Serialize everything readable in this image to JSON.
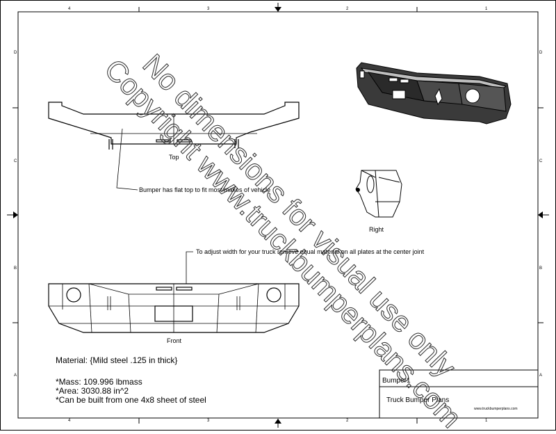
{
  "zones": {
    "columns": [
      "4",
      "3",
      "2",
      "1"
    ],
    "rows": [
      "D",
      "C",
      "B",
      "A"
    ]
  },
  "views": {
    "top_label": "Top",
    "right_label": "Right",
    "front_label": "Front"
  },
  "annotations": {
    "flat_top": "Bumper has flat top to fit most makes of vehicle",
    "adjust_width": "To adjust width for your truck remove equal material on all plates at the center joint"
  },
  "watermark": {
    "line1": "No dimensions for visual use only",
    "line2": "Copyright www.truckbumperplans.com"
  },
  "properties": {
    "material": "Material: {Mild steel .125 in thick}",
    "mass": "*Mass: 109.996 lbmass",
    "area": "*Area: 3030.88 in^2",
    "sheet": "*Can be built from one 4x8 sheet of steel"
  },
  "title_block": {
    "part_name": "Bumper1",
    "title": "Truck Bumper Plans",
    "website": "www.truckbumperplans.com"
  }
}
